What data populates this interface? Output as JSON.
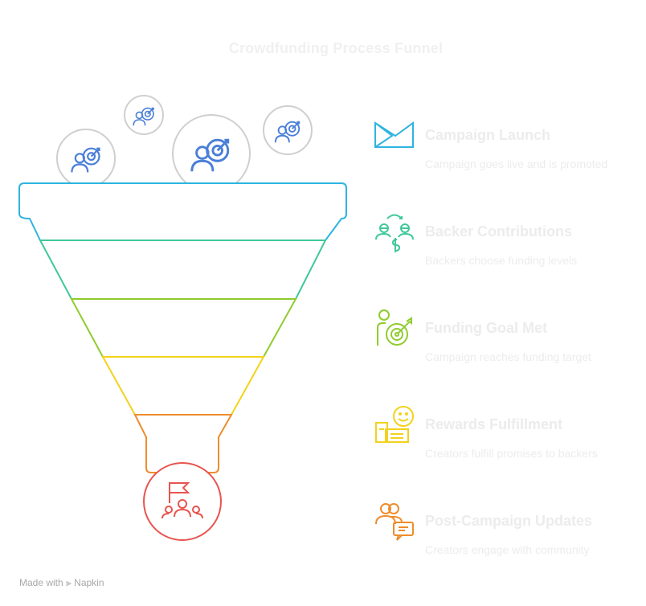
{
  "title": "Crowdfunding Process Funnel",
  "steps": [
    {
      "title": "Campaign Launch",
      "description": "Campaign goes live and is promoted",
      "color": "#2eb4e0",
      "icon": "megaphone-icon"
    },
    {
      "title": "Backer Contributions",
      "description": "Backers choose funding levels",
      "color": "#3fc89a",
      "icon": "people-exchange-icon"
    },
    {
      "title": "Funding Goal Met",
      "description": "Campaign reaches funding target",
      "color": "#8fcc2e",
      "icon": "person-target-icon"
    },
    {
      "title": "Rewards Fulfillment",
      "description": "Creators fulfill promises to backers",
      "color": "#f2d21c",
      "icon": "happy-delivery-icon"
    },
    {
      "title": "Post-Campaign Updates",
      "description": "Creators engage with community",
      "color": "#ee8d2c",
      "icon": "chat-people-icon"
    }
  ],
  "funnel_input_icon": "person-target-icon",
  "funnel_output_icon": "team-flag-icon",
  "footer": {
    "made_with": "Made with",
    "brand": "Napkin"
  }
}
